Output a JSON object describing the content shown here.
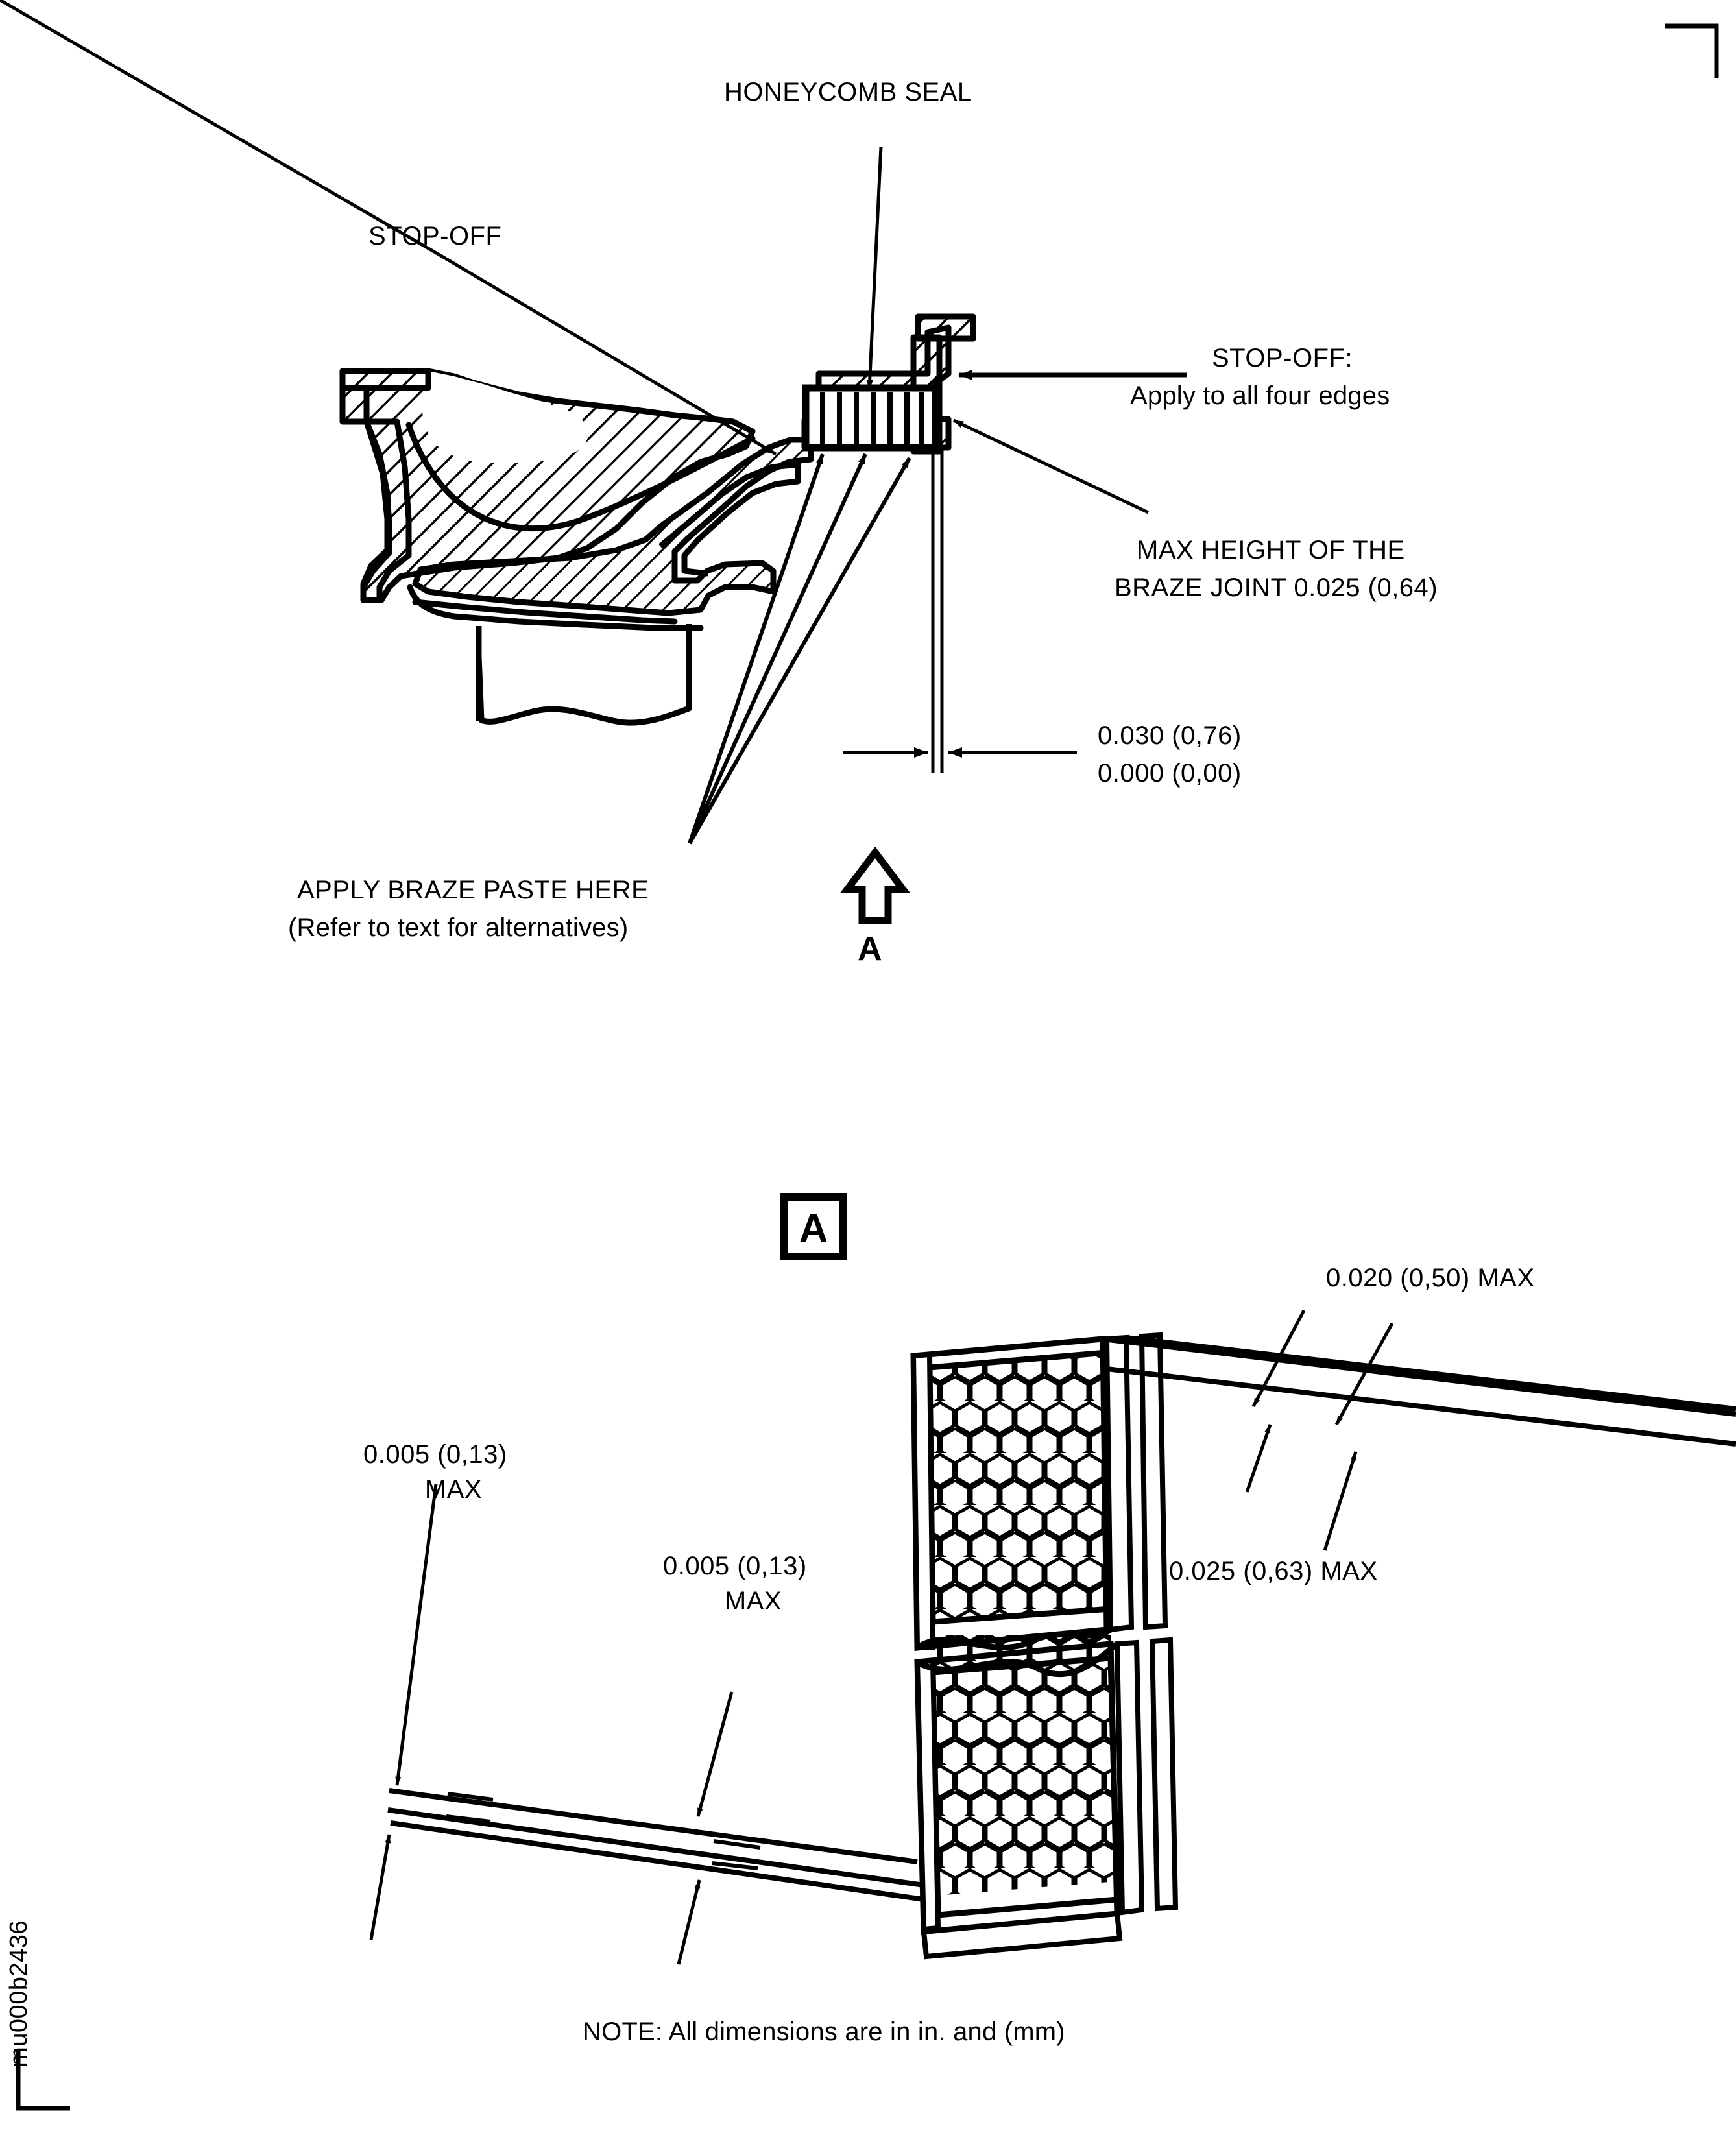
{
  "page": {
    "sheet_id": "mu000b2436",
    "note": "NOTE: All dimensions are in in. and (mm)",
    "ink_color": "#000000",
    "paper_color": "#ffffff"
  },
  "upper_view": {
    "labels": {
      "honeycomb_seal": "HONEYCOMB SEAL",
      "stop_off": "STOP-OFF",
      "stop_off_detail_line1": "STOP-OFF:",
      "stop_off_detail_line2": "Apply to all four edges",
      "max_height_line1": "MAX HEIGHT OF THE",
      "max_height_line2": "BRAZE JOINT 0.025 (0,64)",
      "gap_dim_line1": "0.030 (0,76)",
      "gap_dim_line2": "0.000 (0,00)",
      "braze_paste_line1": "APPLY BRAZE PASTE HERE",
      "braze_paste_line2": "(Refer to text for alternatives)",
      "view_arrow_letter": "A"
    }
  },
  "lower_view": {
    "view_tag": "A",
    "labels": {
      "dim_top_right": "0.020 (0,50) MAX",
      "dim_mid_right": "0.025 (0,63) MAX",
      "dim_far_left_line1": "0.005 (0,13)",
      "dim_far_left_line2": "MAX",
      "dim_mid_left_line1": "0.005 (0,13)",
      "dim_mid_left_line2": "MAX"
    }
  }
}
